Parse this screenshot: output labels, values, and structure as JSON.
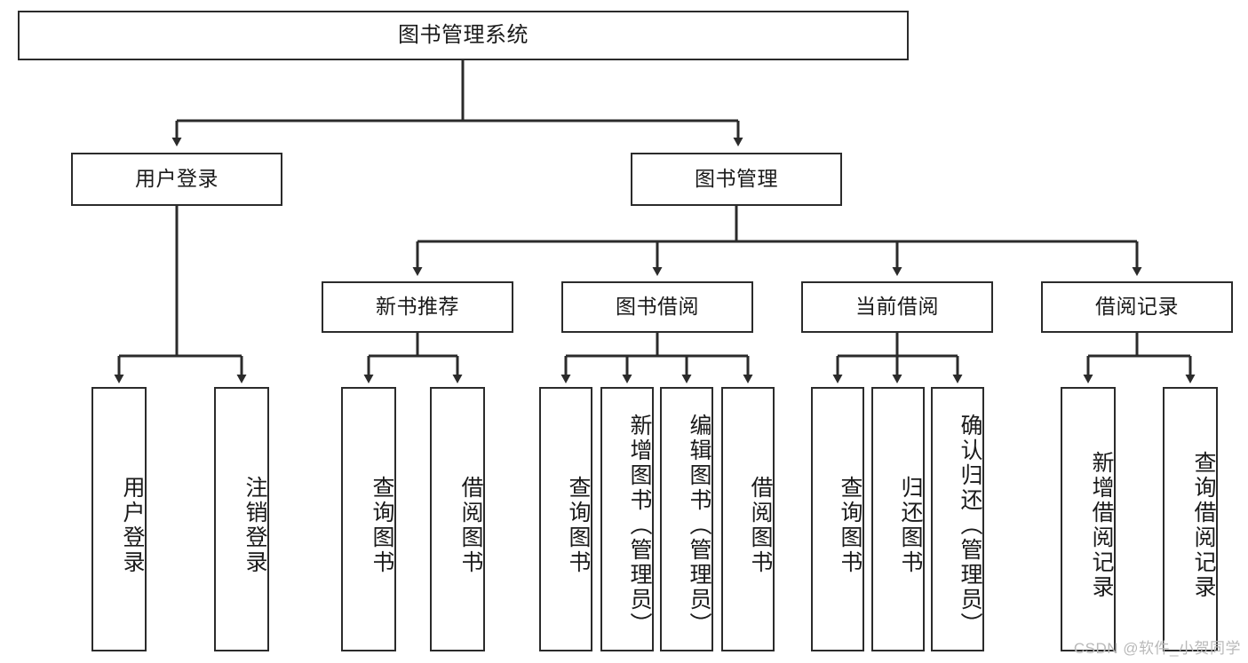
{
  "diagram": {
    "title": "图书管理系统",
    "type": "tree-hierarchy-diagram",
    "orientation": "top-down",
    "colors": {
      "box_border": "#2b2b2b",
      "box_fill": "#ffffff",
      "edge": "#2b2b2b",
      "text": "#1a1a1a",
      "watermark": "#b9b9b9",
      "background": "#ffffff"
    },
    "root": {
      "label": "图书管理系统"
    },
    "level2": [
      {
        "id": "user-login",
        "label": "用户登录"
      },
      {
        "id": "book-management",
        "label": "图书管理"
      }
    ],
    "level3": [
      {
        "id": "new-book-recommend",
        "label": "新书推荐"
      },
      {
        "id": "book-borrow",
        "label": "图书借阅"
      },
      {
        "id": "current-borrow",
        "label": "当前借阅"
      },
      {
        "id": "borrow-record",
        "label": "借阅记录"
      }
    ],
    "leaves": {
      "user_login": [
        {
          "id": "leaf-user-login",
          "label": "用户登录"
        },
        {
          "id": "leaf-logout-login",
          "label": "注销登录"
        }
      ],
      "new_book_recommend": [
        {
          "id": "leaf-query-book-1",
          "label": "查询图书"
        },
        {
          "id": "leaf-borrow-book-1",
          "label": "借阅图书"
        }
      ],
      "book_borrow": [
        {
          "id": "leaf-query-book-2",
          "label": "查询图书"
        },
        {
          "id": "leaf-add-book",
          "label": "新增图书（管理员）"
        },
        {
          "id": "leaf-edit-book",
          "label": "编辑图书（管理员）"
        },
        {
          "id": "leaf-borrow-book-2",
          "label": "借阅图书"
        }
      ],
      "current_borrow": [
        {
          "id": "leaf-query-book-3",
          "label": "查询图书"
        },
        {
          "id": "leaf-return-book",
          "label": "归还图书"
        },
        {
          "id": "leaf-confirm-return",
          "label": "确认归还（管理员）"
        }
      ],
      "borrow_record": [
        {
          "id": "leaf-add-record",
          "label": "新增借阅记录"
        },
        {
          "id": "leaf-query-record",
          "label": "查询借阅记录"
        }
      ]
    },
    "watermark": "CSDN @软件_小贺同学"
  }
}
